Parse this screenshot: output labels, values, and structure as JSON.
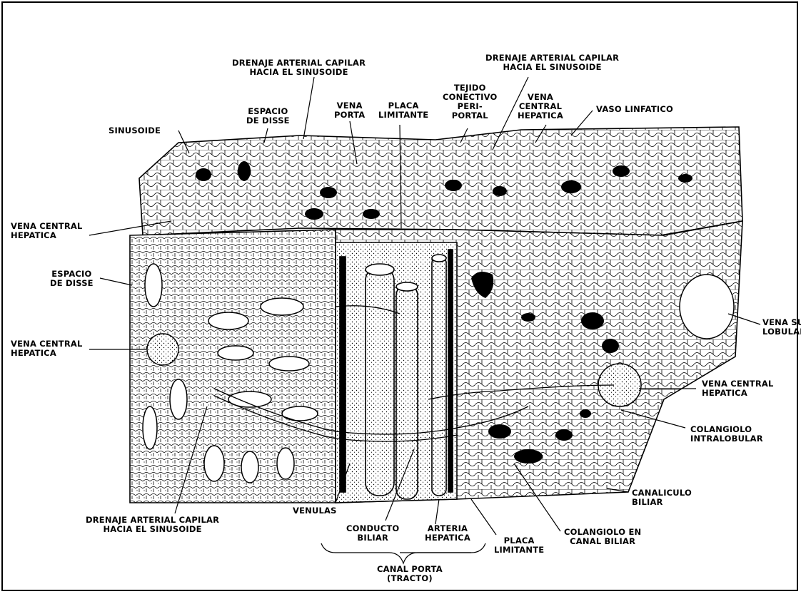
{
  "colors": {
    "ink": "#000000",
    "paper": "#ffffff"
  },
  "labels": {
    "drenaje_top_left": "DRENAJE ARTERIAL CAPILAR\nHACIA EL SINUSOIDE",
    "drenaje_top_right": "DRENAJE ARTERIAL CAPILAR\nHACIA EL SINUSOIDE",
    "tejido_conectivo": "TEJIDO\nCONECTIVO\nPERI-\nPORTAL",
    "espacio_disse_top": "ESPACIO\nDE DISSE",
    "vena_porta": "VENA\nPORTA",
    "placa_limitante_top": "PLACA\nLIMITANTE",
    "vena_central_hepatica_top": "VENA\nCENTRAL\nHEPATICA",
    "vaso_linfatico": "VASO LINFATICO",
    "sinusoide": "SINUSOIDE",
    "vena_central_hepatica_left1": "VENA CENTRAL\nHEPATICA",
    "espacio_disse_left": "ESPACIO\nDE DISSE",
    "vena_central_hepatica_left2": "VENA CENTRAL\nHEPATICA",
    "vena_sublobular": "VENA SUB-\nLOBULAR",
    "vena_central_hepatica_right": "VENA CENTRAL\nHEPATICA",
    "colangiolo_intralobular": "COLANGIOLO\nINTRALOBULAR",
    "canaliculo_biliar": "CANALICULO\nBILIAR",
    "drenaje_bottom": "DRENAJE ARTERIAL CAPILAR\nHACIA EL SINUSOIDE",
    "venulas": "VENULAS",
    "conducto_biliar": "CONDUCTO\nBILIAR",
    "arteria_hepatica": "ARTERIA\nHEPATICA",
    "placa_limitante_bottom": "PLACA\nLIMITANTE",
    "colangiolo_canal_biliar": "COLANGIOLO EN\nCANAL BILIAR",
    "canal_porta": "CANAL PORTA\n(TRACTO)"
  }
}
